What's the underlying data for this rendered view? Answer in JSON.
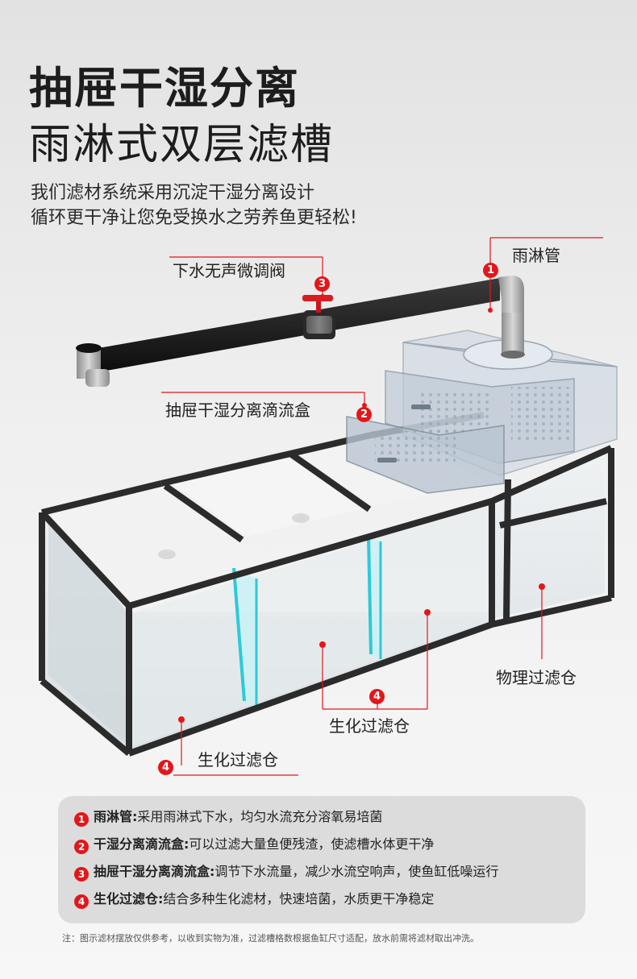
{
  "header": {
    "title_line1": "抽屉干湿分离",
    "title_line2": "雨淋式双层滤槽",
    "desc_line1": "我们滤材系统采用沉淀干湿分离设计",
    "desc_line2": "循环更干净让您免受换水之劳养鱼更轻松!"
  },
  "callouts": {
    "rain_pipe": {
      "num": "1",
      "label": "雨淋管"
    },
    "drip_box": {
      "num": "2",
      "label": "抽屉干湿分离滴流盒"
    },
    "valve": {
      "num": "3",
      "label": "下水无声微调阀"
    },
    "physical": {
      "label": "物理过滤仓"
    },
    "bio_center": {
      "num": "4",
      "label": "生化过滤仓"
    },
    "bio_left": {
      "num": "4",
      "label": "生化过滤仓"
    }
  },
  "legend": [
    {
      "num": "1",
      "title": "雨淋管:",
      "text": "采用雨淋式下水，均匀水流充分溶氧易培菌"
    },
    {
      "num": "2",
      "title": "干湿分离滴流盒:",
      "text": "可以过滤大量鱼便残渣，使滤槽水体更干净"
    },
    {
      "num": "3",
      "title": "抽屉干湿分离滴流盒:",
      "text": "调节下水流量，减少水流空响声，使鱼缸低噪运行"
    },
    {
      "num": "4",
      "title": "生化过滤仓:",
      "text": "结合多种生化滤材，快速培菌，水质更干净稳定"
    }
  ],
  "note": "注：图示滤材摆放仅供参考，以收到实物为准，过滤槽格数根据鱼缸尺寸适配，放水前需将滤材取出冲洗。",
  "colors": {
    "accent": "#e3161b",
    "frame": "#2b2b2b",
    "glass": "#dfe6ea"
  }
}
